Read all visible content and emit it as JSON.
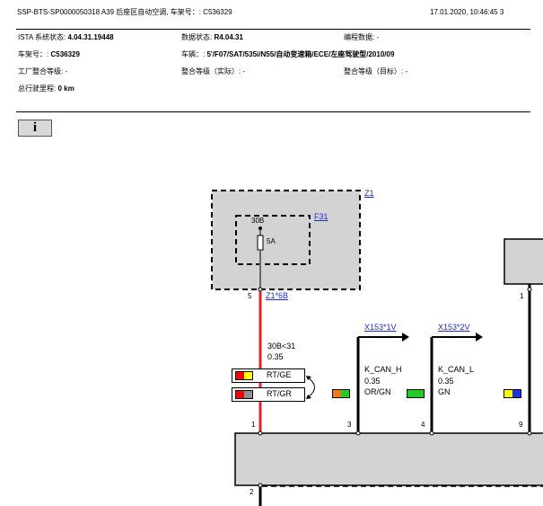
{
  "header": {
    "doc_id": "SSP-BTS-SP0000050318 A39 后座区自动空调, 车架号：: C536329",
    "datetime_page": "17.01.2020, 10:46:45   3"
  },
  "info": {
    "ista_label": "ISTA 系统状态:",
    "ista_value": "4.04.31.19448",
    "data_label": "数据状态:",
    "data_value": "R4.04.31",
    "prog_label": "编程数据: -",
    "vin_label": "车架号：:",
    "vin_value": "C536329",
    "vehicle_label": "车辆：:",
    "vehicle_value": "5'/F07/SAT/535i/N55/自动变速箱/ECE/左座驾驶型/2010/09",
    "factory_label": "工厂整合等级: -",
    "actual_label": "整合等级（实际）: -",
    "target_label": "整合等级（目标）: -",
    "mileage_label": "总行驶里程:",
    "mileage_value": "0 km"
  },
  "info_button": {
    "icon": "info-icon",
    "label": "i"
  },
  "diagram": {
    "z1": "Z1",
    "f31": "F31",
    "fuse_30b": "30B",
    "fuse_rating": "5A",
    "pin_5": "5",
    "connector_z1": "Z1*6B",
    "connector_1v": "X153*1V",
    "connector_2v": "X153*2V",
    "wire_red_name": "30B<31",
    "wire_red_size": "0.35",
    "swatch_rtge": "RT/GE",
    "swatch_rtgr": "RT/GR",
    "can_h_name": "K_CAN_H",
    "can_h_size": "0.35",
    "can_h_color": "OR/GN",
    "can_l_name": "K_CAN_L",
    "can_l_size": "0.35",
    "can_l_color": "GN",
    "pin_1_right": "1",
    "pin_1": "1",
    "pin_3": "3",
    "pin_4": "4",
    "pin_9": "9",
    "pin_2": "2"
  },
  "colors": {
    "wire_red": "#e8202a",
    "module_gray": "#d3d3d3",
    "link_blue": "#1b2bd0",
    "red": "#ff0000",
    "yellow": "#ffff00",
    "gray": "#909090",
    "orange": "#f07a1a",
    "green": "#22cc22",
    "blue": "#1d32d8"
  }
}
